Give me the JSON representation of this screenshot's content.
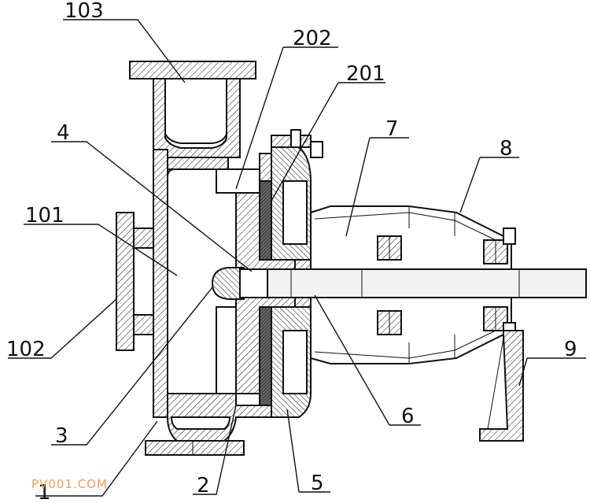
{
  "labels": {
    "l103": "103",
    "l202": "202",
    "l201": "201",
    "l4": "4",
    "l7": "7",
    "l8": "8",
    "l101": "101",
    "l102": "102",
    "l9": "9",
    "l3": "3",
    "l6": "6",
    "l2": "2",
    "l5": "5",
    "l1": "1"
  },
  "watermark": "PV001.COM",
  "colors": {
    "line": "#111111",
    "hatch": "#111111",
    "shaft": "#f2f2f2",
    "watermark": "#e8a05a"
  }
}
